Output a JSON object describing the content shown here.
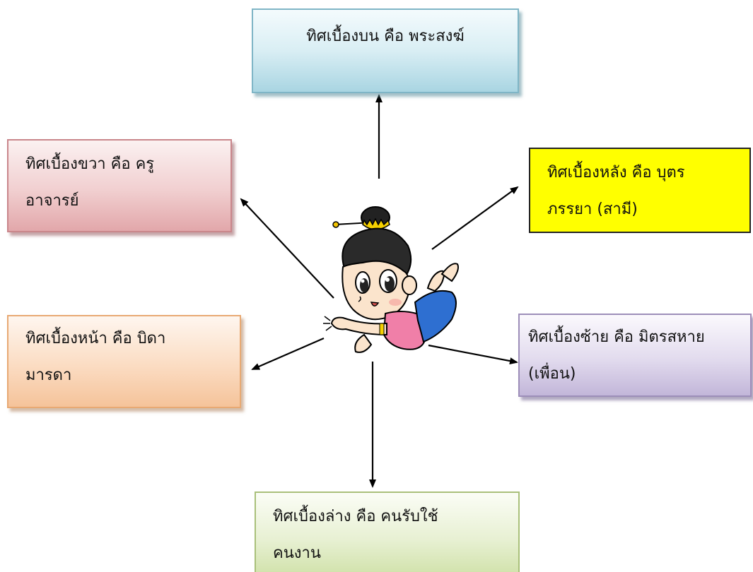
{
  "directions": {
    "up": {
      "text": "ทิศเบื้องบน คือ พระสงฆ์"
    },
    "right": {
      "line1": "ทิศเบื้องขวา คือ ครู",
      "line2": "อาจารย์"
    },
    "back": {
      "line1": "ทิศเบื้องหลัง คือ บุตร",
      "line2": "ภรรยา (สามี)"
    },
    "front": {
      "line1": "ทิศเบื้องหน้า คือ บิดา",
      "line2": "มารดา"
    },
    "left": {
      "line1": "ทิศเบื้องซ้าย คือ มิตรสหาย",
      "line2": "(เพื่อน)"
    },
    "down": {
      "line1": "ทิศเบื้องล่าง คือ คนรับใช้",
      "line2": "คนงาน"
    }
  },
  "colors": {
    "up": "#d9eef4",
    "right": "#f1cfd0",
    "back": "#ffff00",
    "front": "#fbdcc2",
    "left": "#e2dbee",
    "down": "#e7f0d2",
    "arrow": "#000000"
  }
}
